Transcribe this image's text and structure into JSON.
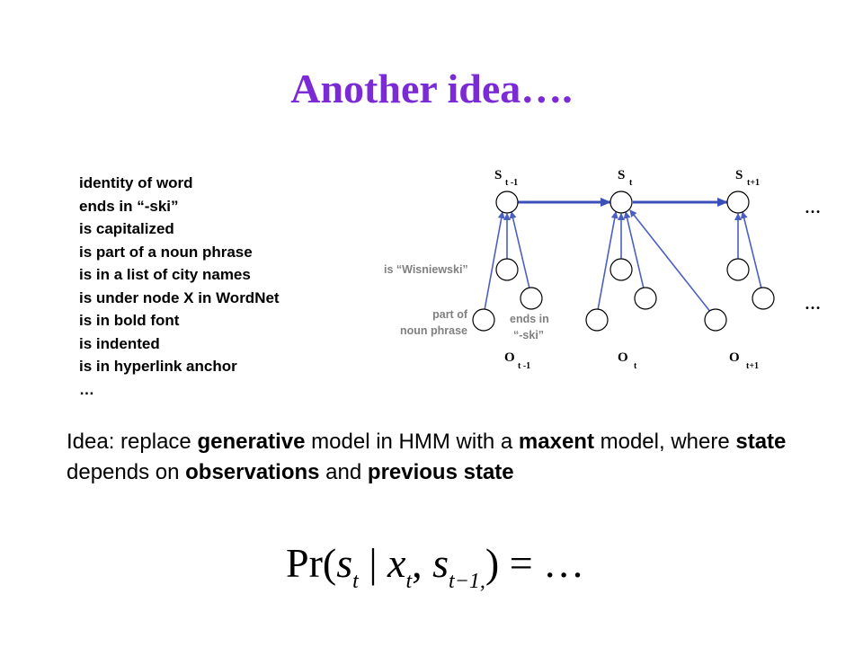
{
  "slide": {
    "title": "Another idea….",
    "title_color": "#7B2BD6"
  },
  "features": [
    "identity of word",
    "ends in “-ski”",
    "is capitalized",
    "is part of a noun phrase",
    "is in a list of city names",
    "is under node X in WordNet",
    "is in bold font",
    "is indented",
    "is in hyperlink anchor",
    "…"
  ],
  "diagram": {
    "state_labels": [
      {
        "main": "S",
        "sub": "t -1"
      },
      {
        "main": "S",
        "sub": "t"
      },
      {
        "main": "S",
        "sub": "t+1"
      }
    ],
    "observation_labels": [
      {
        "main": "O",
        "sub": "t -1"
      },
      {
        "main": "O",
        "sub": "t"
      },
      {
        "main": "O",
        "sub": "t+1"
      }
    ],
    "ellipsis_states": "…",
    "ellipsis_observations": "…",
    "annotation_wisniewski": "is “Wisniewski”",
    "annotation_noun_phrase": [
      "part of",
      "noun phrase"
    ],
    "annotation_ski": [
      "ends in",
      "“-ski”"
    ],
    "edge_color": "#4B5FC0",
    "chain_color": "#3A50B8"
  },
  "idea": {
    "p1": "Idea: replace ",
    "b1": "generative",
    "p2": " model in HMM with a ",
    "b2": "maxent",
    "p3": " model, where ",
    "b3": "state",
    "p4": " depends on ",
    "b4": "observations",
    "p5": " and ",
    "b5": "previous state"
  },
  "formula": {
    "pr": "Pr(",
    "s": "s",
    "s_sub": "t",
    "bar": " | ",
    "x": "x",
    "x_sub": "t",
    "comma": ", ",
    "s2": "s",
    "s2_sub": "t−1,",
    "close": ") = …"
  }
}
